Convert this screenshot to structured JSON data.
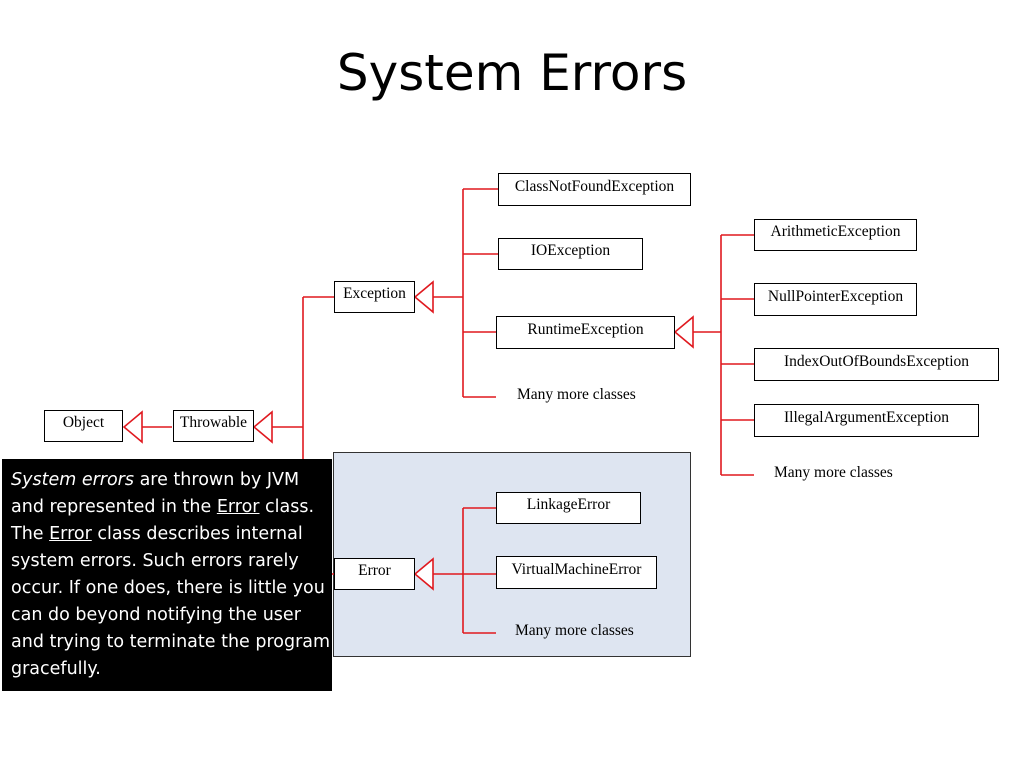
{
  "title": "System Errors",
  "colors": {
    "connector": "#e0191f",
    "panel": "#dee5f1",
    "note_bg": "#000000",
    "note_fg": "#ffffff"
  },
  "nodes": {
    "object": "Object",
    "throwable": "Throwable",
    "exception": "Exception",
    "class_not_found": "ClassNotFoundException",
    "io_exception": "IOException",
    "runtime_exception": "RuntimeException",
    "exception_more": "Many more classes",
    "arithmetic": "ArithmeticException",
    "null_pointer": "NullPointerException",
    "index_out_of_bounds": "IndexOutOfBoundsException",
    "illegal_argument": "IllegalArgumentException",
    "runtime_more": "Many more classes",
    "error": "Error",
    "linkage_error": "LinkageError",
    "virtual_machine_error": "VirtualMachineError",
    "error_more": "Many more classes"
  },
  "note": {
    "t1": "System errors",
    "t2": " are thrown by JVM and represented in the ",
    "t3": "Error",
    "t4": " class. The ",
    "t5": "Error",
    "t6": " class describes internal system errors. Such errors rarely occur. If one does, there is little you can do beyond notifying the user and trying to terminate the program gracefully."
  }
}
